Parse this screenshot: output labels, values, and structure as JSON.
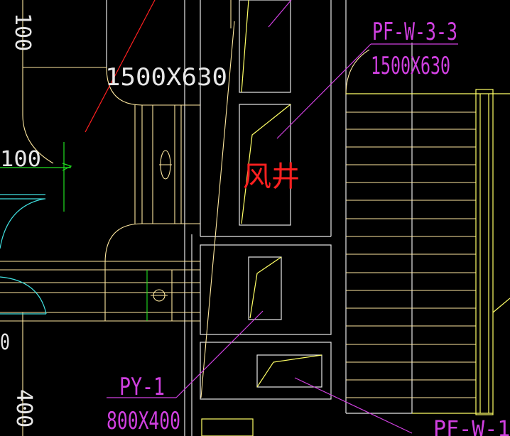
{
  "drawing": {
    "background": "#000000",
    "colors": {
      "outline": "#e8e8e8",
      "duct": "#ffe9a0",
      "yellow": "#ffff66",
      "magenta": "#d040e0",
      "red": "#ff2020",
      "cyan": "#40e0e0",
      "green": "#20e020"
    },
    "dim_labels": {
      "main_duct": "1500X630",
      "left_dim": "100",
      "edge_top": "100",
      "edge_mid": "0",
      "edge_bottom": "400"
    },
    "shaft_label": "风井",
    "tags": [
      {
        "id": "PF-W-3-3",
        "size": "1500X630"
      },
      {
        "id": "PY-1",
        "size": "800X400"
      },
      {
        "id": "PF-W-1",
        "size": ""
      }
    ]
  }
}
